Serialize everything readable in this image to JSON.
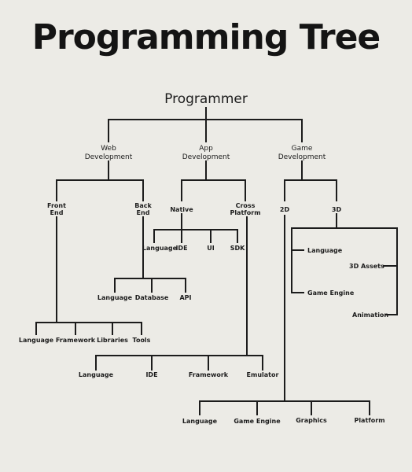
{
  "title": "Programming Tree",
  "root": "Programmer",
  "web": {
    "label": [
      "Web",
      "Development"
    ],
    "front_end": [
      "Front",
      "End"
    ],
    "back_end": [
      "Back",
      "End"
    ],
    "front_items": [
      "Language",
      "Framework",
      "Libraries",
      "Tools"
    ],
    "back_items": [
      "Language",
      "Database",
      "API"
    ]
  },
  "app": {
    "label": [
      "App",
      "Development"
    ],
    "native": "Native",
    "cross": [
      "Cross",
      "Platform"
    ],
    "native_items": [
      "Language",
      "IDE",
      "UI",
      "SDK"
    ],
    "cross_items": [
      "Language",
      "IDE",
      "Framework",
      "Emulator"
    ]
  },
  "game": {
    "label": [
      "Game",
      "Development"
    ],
    "two_d": "2D",
    "three_d": "3D",
    "three_d_items": [
      "Language",
      "3D Assets",
      "Game Engine",
      "Animation"
    ],
    "two_d_items": [
      "Language",
      "Game Engine",
      "Graphics",
      "Platform"
    ]
  }
}
